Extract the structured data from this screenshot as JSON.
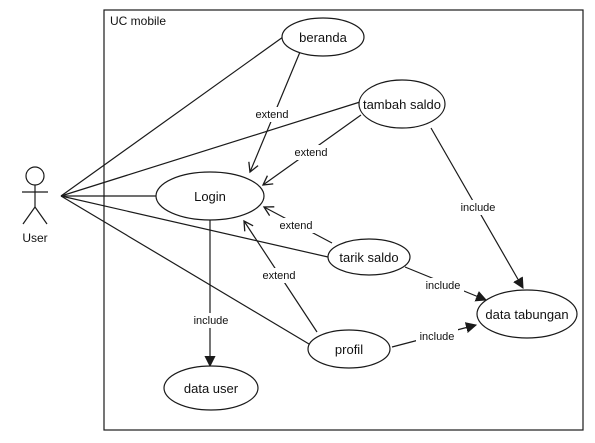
{
  "system": {
    "title": "UC mobile"
  },
  "actor": {
    "label": "User"
  },
  "use_cases": {
    "beranda": "beranda",
    "tambah_saldo": "tambah saldo",
    "login": "Login",
    "tarik_saldo": "tarik saldo",
    "data_tabungan": "data tabungan",
    "profil": "profil",
    "data_user": "data user"
  },
  "relations": {
    "extend_beranda": "extend",
    "extend_tambah": "extend",
    "extend_tarik": "extend",
    "extend_profil": "extend",
    "include_user": "include",
    "include_tambah": "include",
    "include_tarik": "include",
    "include_profil": "include"
  }
}
